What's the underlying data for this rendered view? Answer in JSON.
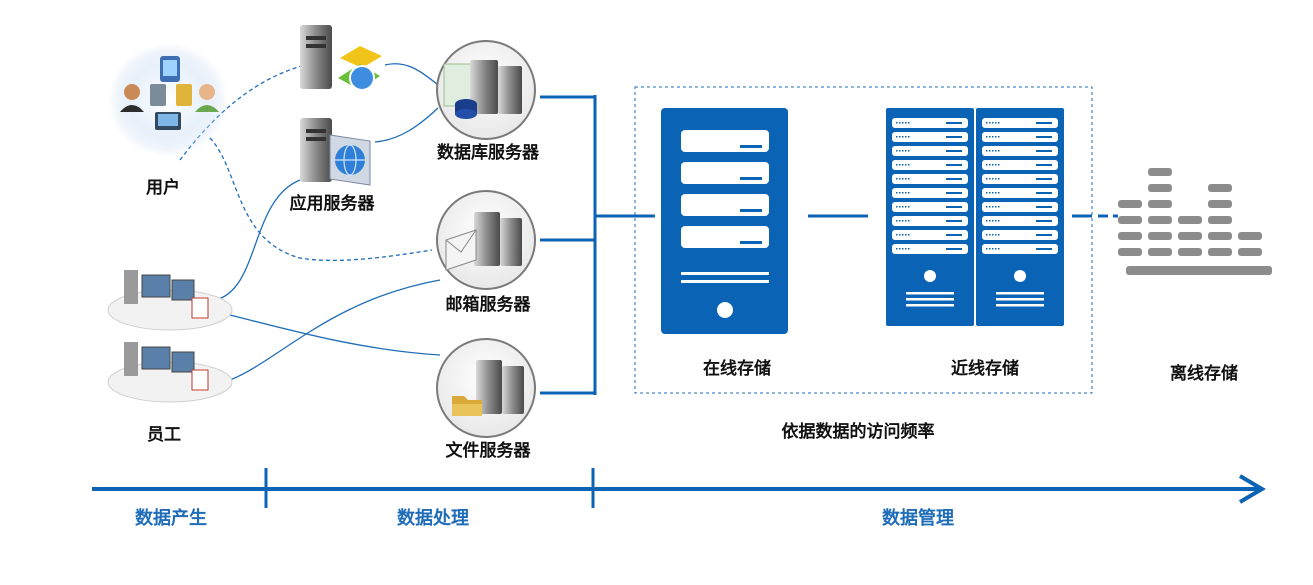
{
  "sources": {
    "users_label": "用户",
    "staff_label": "员工"
  },
  "servers": {
    "app_server": "应用服务器",
    "db_server": "数据库服务器",
    "mail_server": "邮箱服务器",
    "file_server": "文件服务器"
  },
  "storage": {
    "online": "在线存储",
    "nearline": "近线存储",
    "offline": "离线存储",
    "caption": "依据数据的访问频率"
  },
  "timeline": {
    "stage1": "数据产生",
    "stage2": "数据处理",
    "stage3": "数据管理"
  },
  "colors": {
    "primary_blue": "#0b63b5",
    "label_blue": "#1f6db8",
    "offline_gray": "#8c8c8c"
  }
}
